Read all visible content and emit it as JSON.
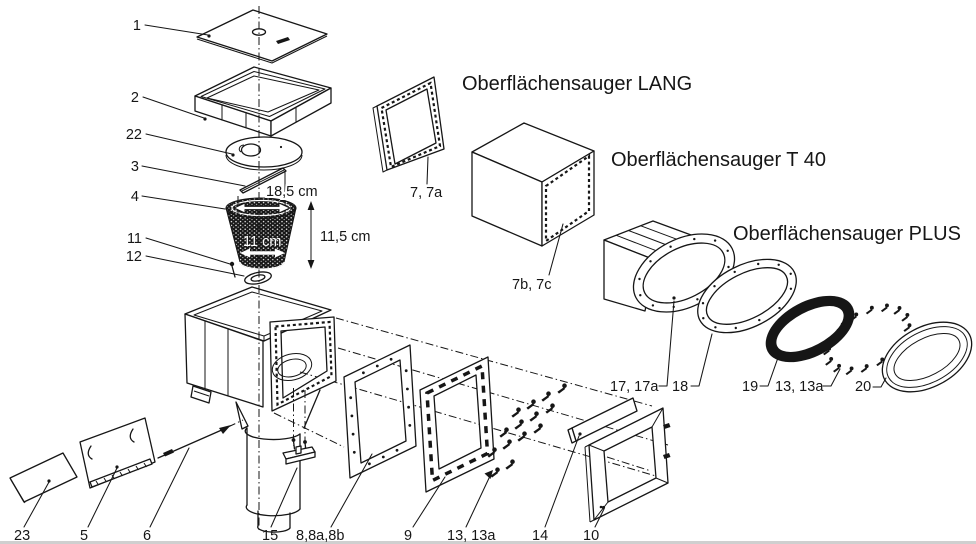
{
  "page": {
    "background": "#ffffff",
    "line_color": "#161616",
    "type": "exploded-parts-diagram"
  },
  "titles": {
    "lang": "Oberflächensauger LANG",
    "t40": "Oberflächensauger T 40",
    "plus": "Oberflächensauger PLUS"
  },
  "measurements": {
    "top_width": "18,5 cm",
    "height": "11,5 cm",
    "bottom_width": "11 cm"
  },
  "labels": {
    "lid": "1",
    "collar": "2",
    "disc": "22",
    "handle": "3",
    "basket": "4",
    "screw": "11",
    "washer": "12",
    "panel": "23",
    "flap": "5",
    "axle": "6",
    "bracket": "15",
    "gasket": "8,8a,8b",
    "frame": "9",
    "screws_front": "13, 13a",
    "trim": "14",
    "faceplate": "10",
    "frame_lang": "7, 7a",
    "housing_t40": "7b, 7c",
    "housing_plus": "17, 17a",
    "gasket_plus": "18",
    "seal_plus": "19",
    "screws_plus": "13, 13a",
    "frame_plus": "20"
  }
}
